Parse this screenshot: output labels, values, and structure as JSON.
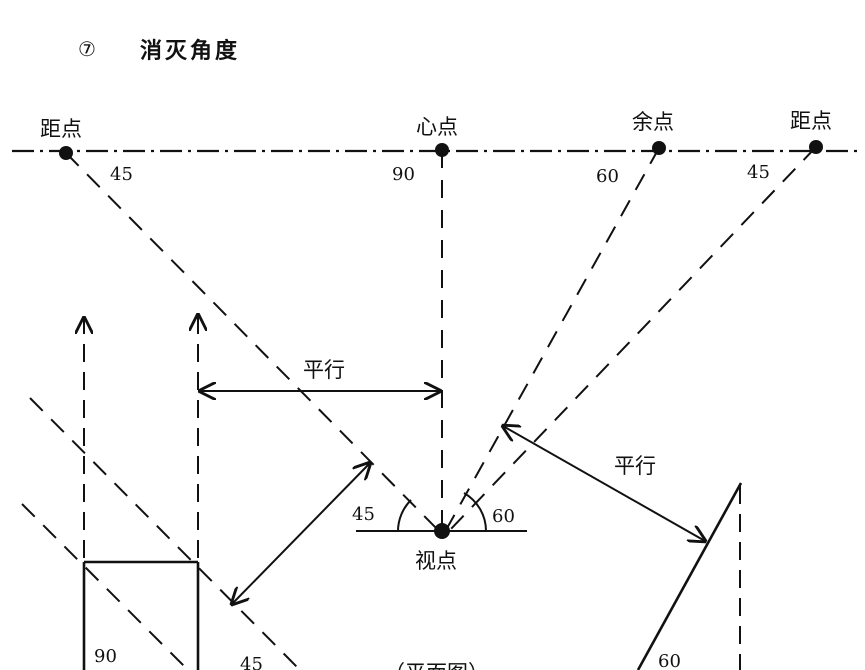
{
  "header": {
    "number": "⑦",
    "title": "消灭角度"
  },
  "points": {
    "distance_left": "距点",
    "center": "心点",
    "remaining": "余点",
    "distance_right": "距点",
    "viewpoint": "视点"
  },
  "angles": {
    "left_45": "45",
    "center_90": "90",
    "remaining_60": "60",
    "right_45": "45",
    "view_45": "45",
    "view_60": "60",
    "plan_90": "90",
    "plan_45": "45",
    "plan_60": "60"
  },
  "parallel_labels": {
    "left": "平行",
    "right": "平行"
  },
  "plan_label": "（平面图）"
}
